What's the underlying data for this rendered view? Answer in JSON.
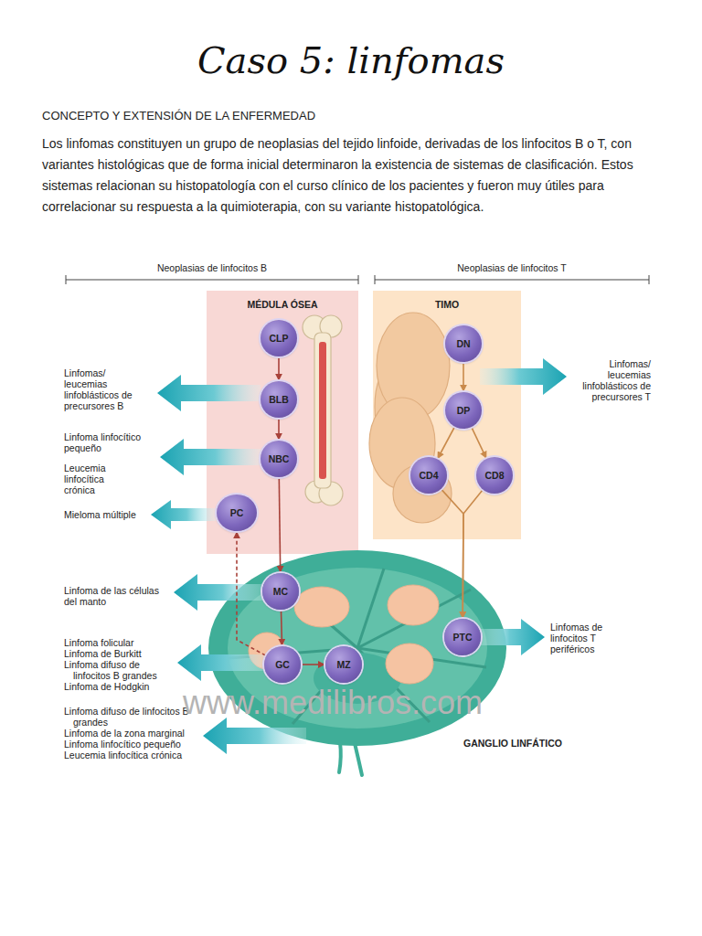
{
  "diagram": {
    "title": "Caso 5: linfomas",
    "nodes": [
      {
        "text": [
          "MÉDULA ÓSEA"
        ]
      },
      {
        "text": [
          "CLP"
        ],
        "in": 0
      },
      {
        "text": [
          "BLB"
        ],
        "in": 0
      },
      {
        "text": [
          "NBC"
        ],
        "in": 0
      },
      {
        "text": [
          "PC"
        ],
        "in": 0
      },
      {
        "text": [
          "TIMO"
        ]
      },
      {
        "text": [
          "DN"
        ],
        "in": 5
      },
      {
        "text": [
          "DP"
        ],
        "in": 5
      },
      {
        "text": [
          "CD4"
        ],
        "in": 5
      },
      {
        "text": [
          "CD8"
        ],
        "in": 5
      },
      {
        "text": [
          "GANGLIO LINFÁTICO"
        ]
      },
      {
        "text": [
          "MC"
        ],
        "in": 10
      },
      {
        "text": [
          "GC"
        ],
        "in": 10
      },
      {
        "text": [
          "MZ"
        ],
        "in": 10
      },
      {
        "text": [
          "PTC"
        ],
        "in": 10
      }
    ],
    "edges": [
      {
        "from": 1,
        "to": 2,
        "arrow": "to"
      },
      {
        "from": 2,
        "to": 3,
        "arrow": "to"
      },
      {
        "from": 3,
        "to": 11,
        "arrow": "to"
      },
      {
        "from": 11,
        "to": 12,
        "arrow": "to"
      },
      {
        "from": 12,
        "to": 13,
        "arrow": "to"
      },
      {
        "from": 12,
        "to": 4,
        "arrow": "to"
      },
      {
        "from": 6,
        "to": 7,
        "arrow": "to"
      },
      {
        "from": 7,
        "to": 8,
        "arrow": "to"
      },
      {
        "from": 7,
        "to": 9,
        "arrow": "to"
      },
      {
        "from": 8,
        "to": 14,
        "arrow": "to"
      },
      {
        "from": 9,
        "to": 14,
        "arrow": "to"
      }
    ],
    "labels": [
      "CONCEPTO Y EXTENSIÓN DE LA ENFERMEDAD",
      "Los linfomas constituyen un grupo de neoplasias del tejido linfoide, derivadas de los linfocitos B o T, con variantes histológicas que de forma inicial determinaron la existencia de sistemas de clasificación. Estos sistemas relacionan su histopatología con el curso clínico de los pacientes y fueron muy útiles para correlacionar su respuesta a la quimioterapia, con su variante histopatológica.",
      "Neoplasias de linfocitos B",
      "Neoplasias de linfocitos T",
      "Linfomas/ leucemias linfoblásticos de precursores B",
      "Linfoma linfocítico pequeño",
      "Leucemia linfocítica crónica",
      "Mieloma múltiple",
      "Linfoma de las células del manto",
      "Linfoma folicular",
      "Linfoma de Burkitt",
      "Linfoma difuso de linfocitos B grandes",
      "Linfoma de Hodgkin",
      "Linfoma difuso de linfocitos B grandes",
      "Linfoma de la zona marginal",
      "Linfoma linfocítico pequeño",
      "Leucemia linfocítica crónica",
      "Linfomas/ leucemias linfoblásticos de precursores T",
      "Linfomas de linfocitos T periféricos",
      "www.medilibros.com"
    ]
  }
}
